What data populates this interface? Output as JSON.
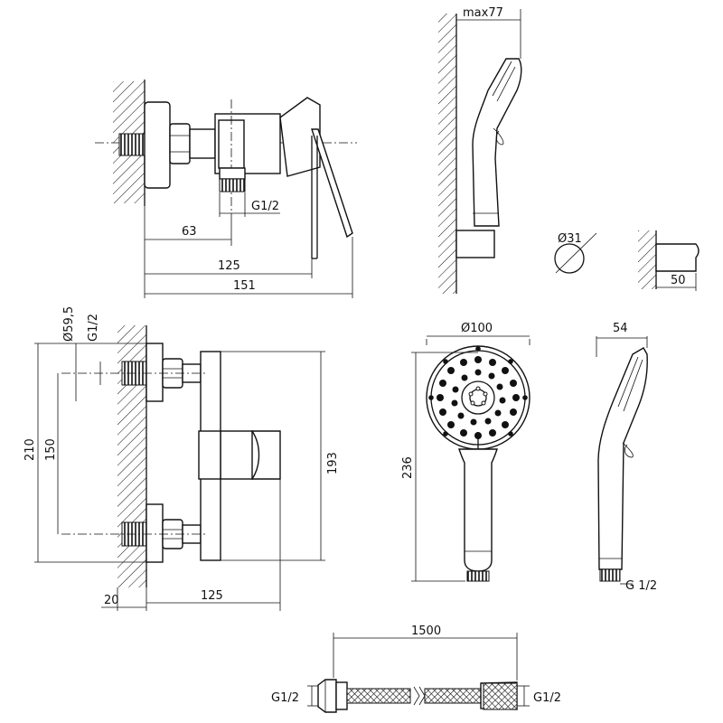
{
  "labels": {
    "side_dim_63": "63",
    "side_dim_125": "125",
    "side_dim_151": "151",
    "side_thread": "G1/2",
    "wall_max": "max77",
    "holder_diameter": "Ø31",
    "holder_depth": "50",
    "front_d59": "Ø59,5",
    "front_g12": "G1/2",
    "front_210": "210",
    "front_150": "150",
    "front_193": "193",
    "front_20": "20",
    "front_125": "125",
    "head_diameter": "Ø100",
    "head_length": "236",
    "head_depth": "54",
    "head_thread": "G 1/2",
    "hose_length": "1500",
    "hose_thread_left": "G1/2",
    "hose_thread_right": "G1/2"
  }
}
